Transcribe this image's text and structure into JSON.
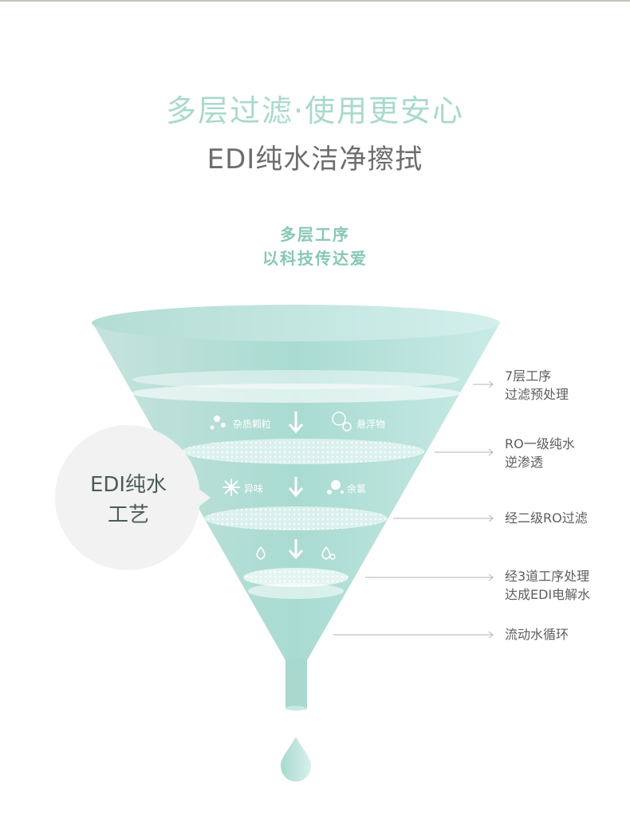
{
  "header": {
    "title": "多层过滤·使用更安心",
    "subtitle": "EDI纯水洁净擦拭",
    "tagline_1": "多层工序",
    "tagline_2": "以科技传达爱"
  },
  "badge": {
    "line_1": "EDI纯水",
    "line_2": "工艺"
  },
  "funnel_items": {
    "impurities": "杂质颗粒",
    "suspended": "悬浮物",
    "odor": "异味",
    "chlorine": "余氯"
  },
  "steps": [
    {
      "line_1": "7层工序",
      "line_2": "过滤预处理"
    },
    {
      "line_1": "RO一级纯水",
      "line_2": "逆渗透"
    },
    {
      "line_1": "经二级RO过滤",
      "line_2": ""
    },
    {
      "line_1": "经3道工序处理",
      "line_2": "达成EDI电解水"
    },
    {
      "line_1": "流动水循环",
      "line_2": ""
    }
  ],
  "colors": {
    "title_accent": "#a9d9cc",
    "funnel": "#b8e0d9",
    "text_gray": "#5e5e5e"
  }
}
